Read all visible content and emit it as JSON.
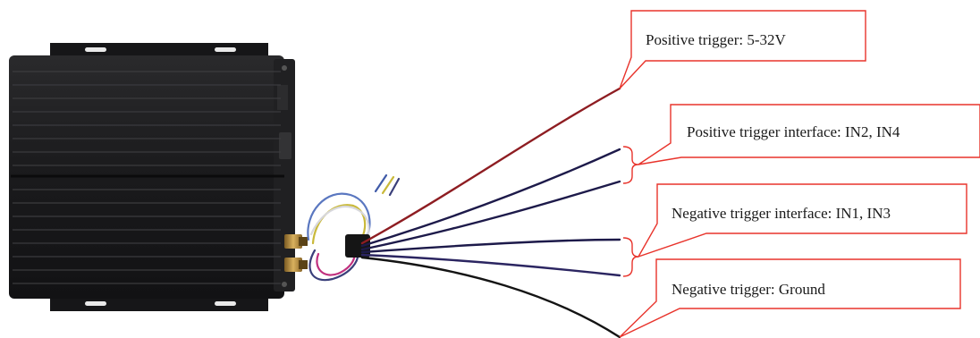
{
  "callouts": [
    {
      "id": "positive-trigger",
      "text": "Positive trigger: 5-32V"
    },
    {
      "id": "positive-trigger-interface",
      "text": "Positive trigger interface: IN2, IN4"
    },
    {
      "id": "negative-trigger-interface",
      "text": "Negative trigger interface: IN1, IN3"
    },
    {
      "id": "negative-trigger",
      "text": "Negative trigger: Ground"
    }
  ],
  "colors": {
    "callout_border": "#e8332b",
    "device_body": "#1c1c1e",
    "wire_red": "#8e1d22",
    "wire_navy": "#1d1a4a",
    "wire_black": "#141414",
    "wire_yellow": "#c9b93a",
    "wire_blue": "#4d6fb8",
    "connector_gold": "#b58b3c"
  }
}
